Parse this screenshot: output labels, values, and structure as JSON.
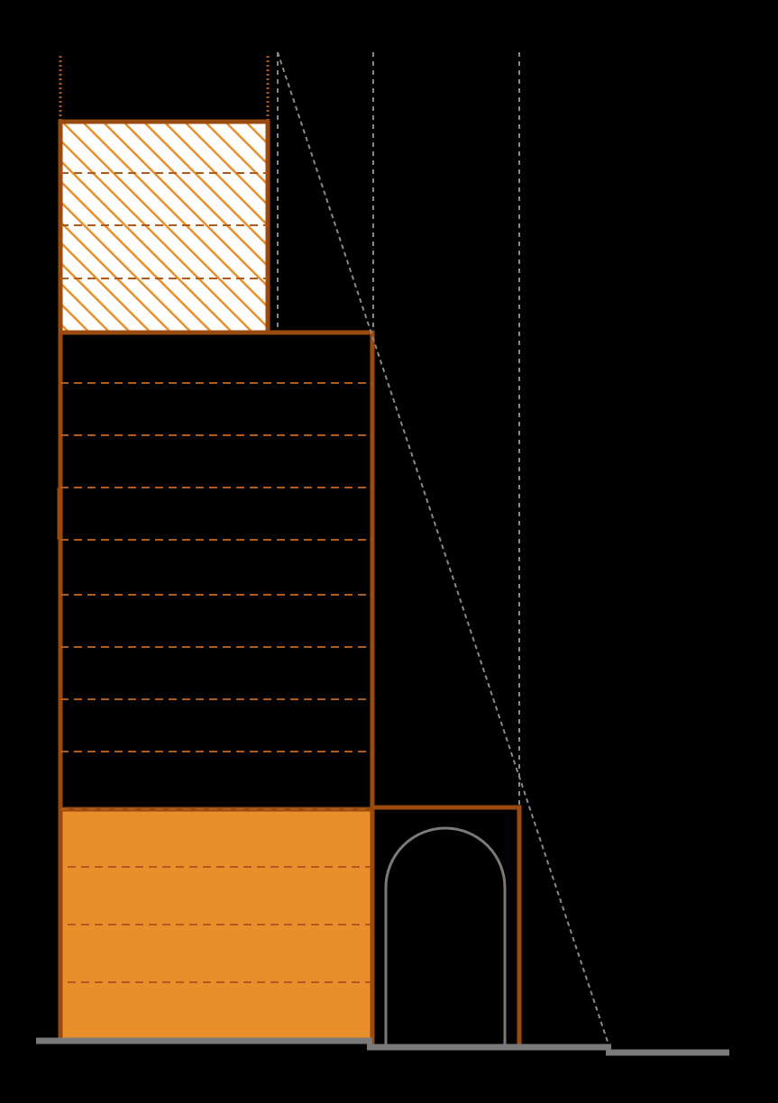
{
  "diagram": {
    "background": "#000000",
    "colors": {
      "outline": "#9a4a0e",
      "hatch_stroke": "#e8902c",
      "hatch_fill": "#ffffff",
      "solid_fill": "#e88f2c",
      "dashed_floor_line": "#b05a1c",
      "guide_line": "#888888",
      "arch": "#7a7a7a",
      "ground": "#7a7a7a"
    },
    "upper_hatched_block": {
      "floor_divisions": 3,
      "pattern": "diagonal-hatch"
    },
    "middle_dark_block": {
      "floor_divisions": 8
    },
    "lower_solid_block": {
      "floor_divisions": 3
    },
    "annex_with_arch": {
      "has_arch": true
    },
    "sight_line": {
      "style": "dashed"
    },
    "vertical_guides": {
      "count": 3,
      "style": "dashed"
    }
  }
}
